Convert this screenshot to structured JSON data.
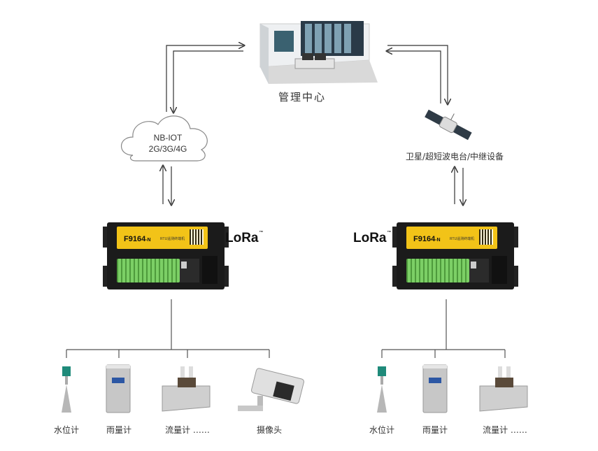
{
  "center": {
    "label": "管理中心"
  },
  "network": {
    "line1": "NB-IOT",
    "line2": "2G/3G/4G"
  },
  "relay": {
    "label": "卫星/超短波电台/中继设备"
  },
  "rtu": {
    "model": "F9164",
    "suffix": "-N",
    "subtitle": "RTU遥测终端机"
  },
  "lora": {
    "text": "LoRa",
    "tm": "™"
  },
  "left_sensors": [
    {
      "label": "水位计"
    },
    {
      "label": "雨量计"
    },
    {
      "label": "流量计 ……"
    },
    {
      "label": "摄像头"
    }
  ],
  "right_sensors": [
    {
      "label": "水位计"
    },
    {
      "label": "雨量计"
    },
    {
      "label": "流量计 ……"
    }
  ],
  "colors": {
    "line": "#555555",
    "arrow": "#333333",
    "plate": "#f2c318",
    "terminal": "#6fbf5a"
  }
}
